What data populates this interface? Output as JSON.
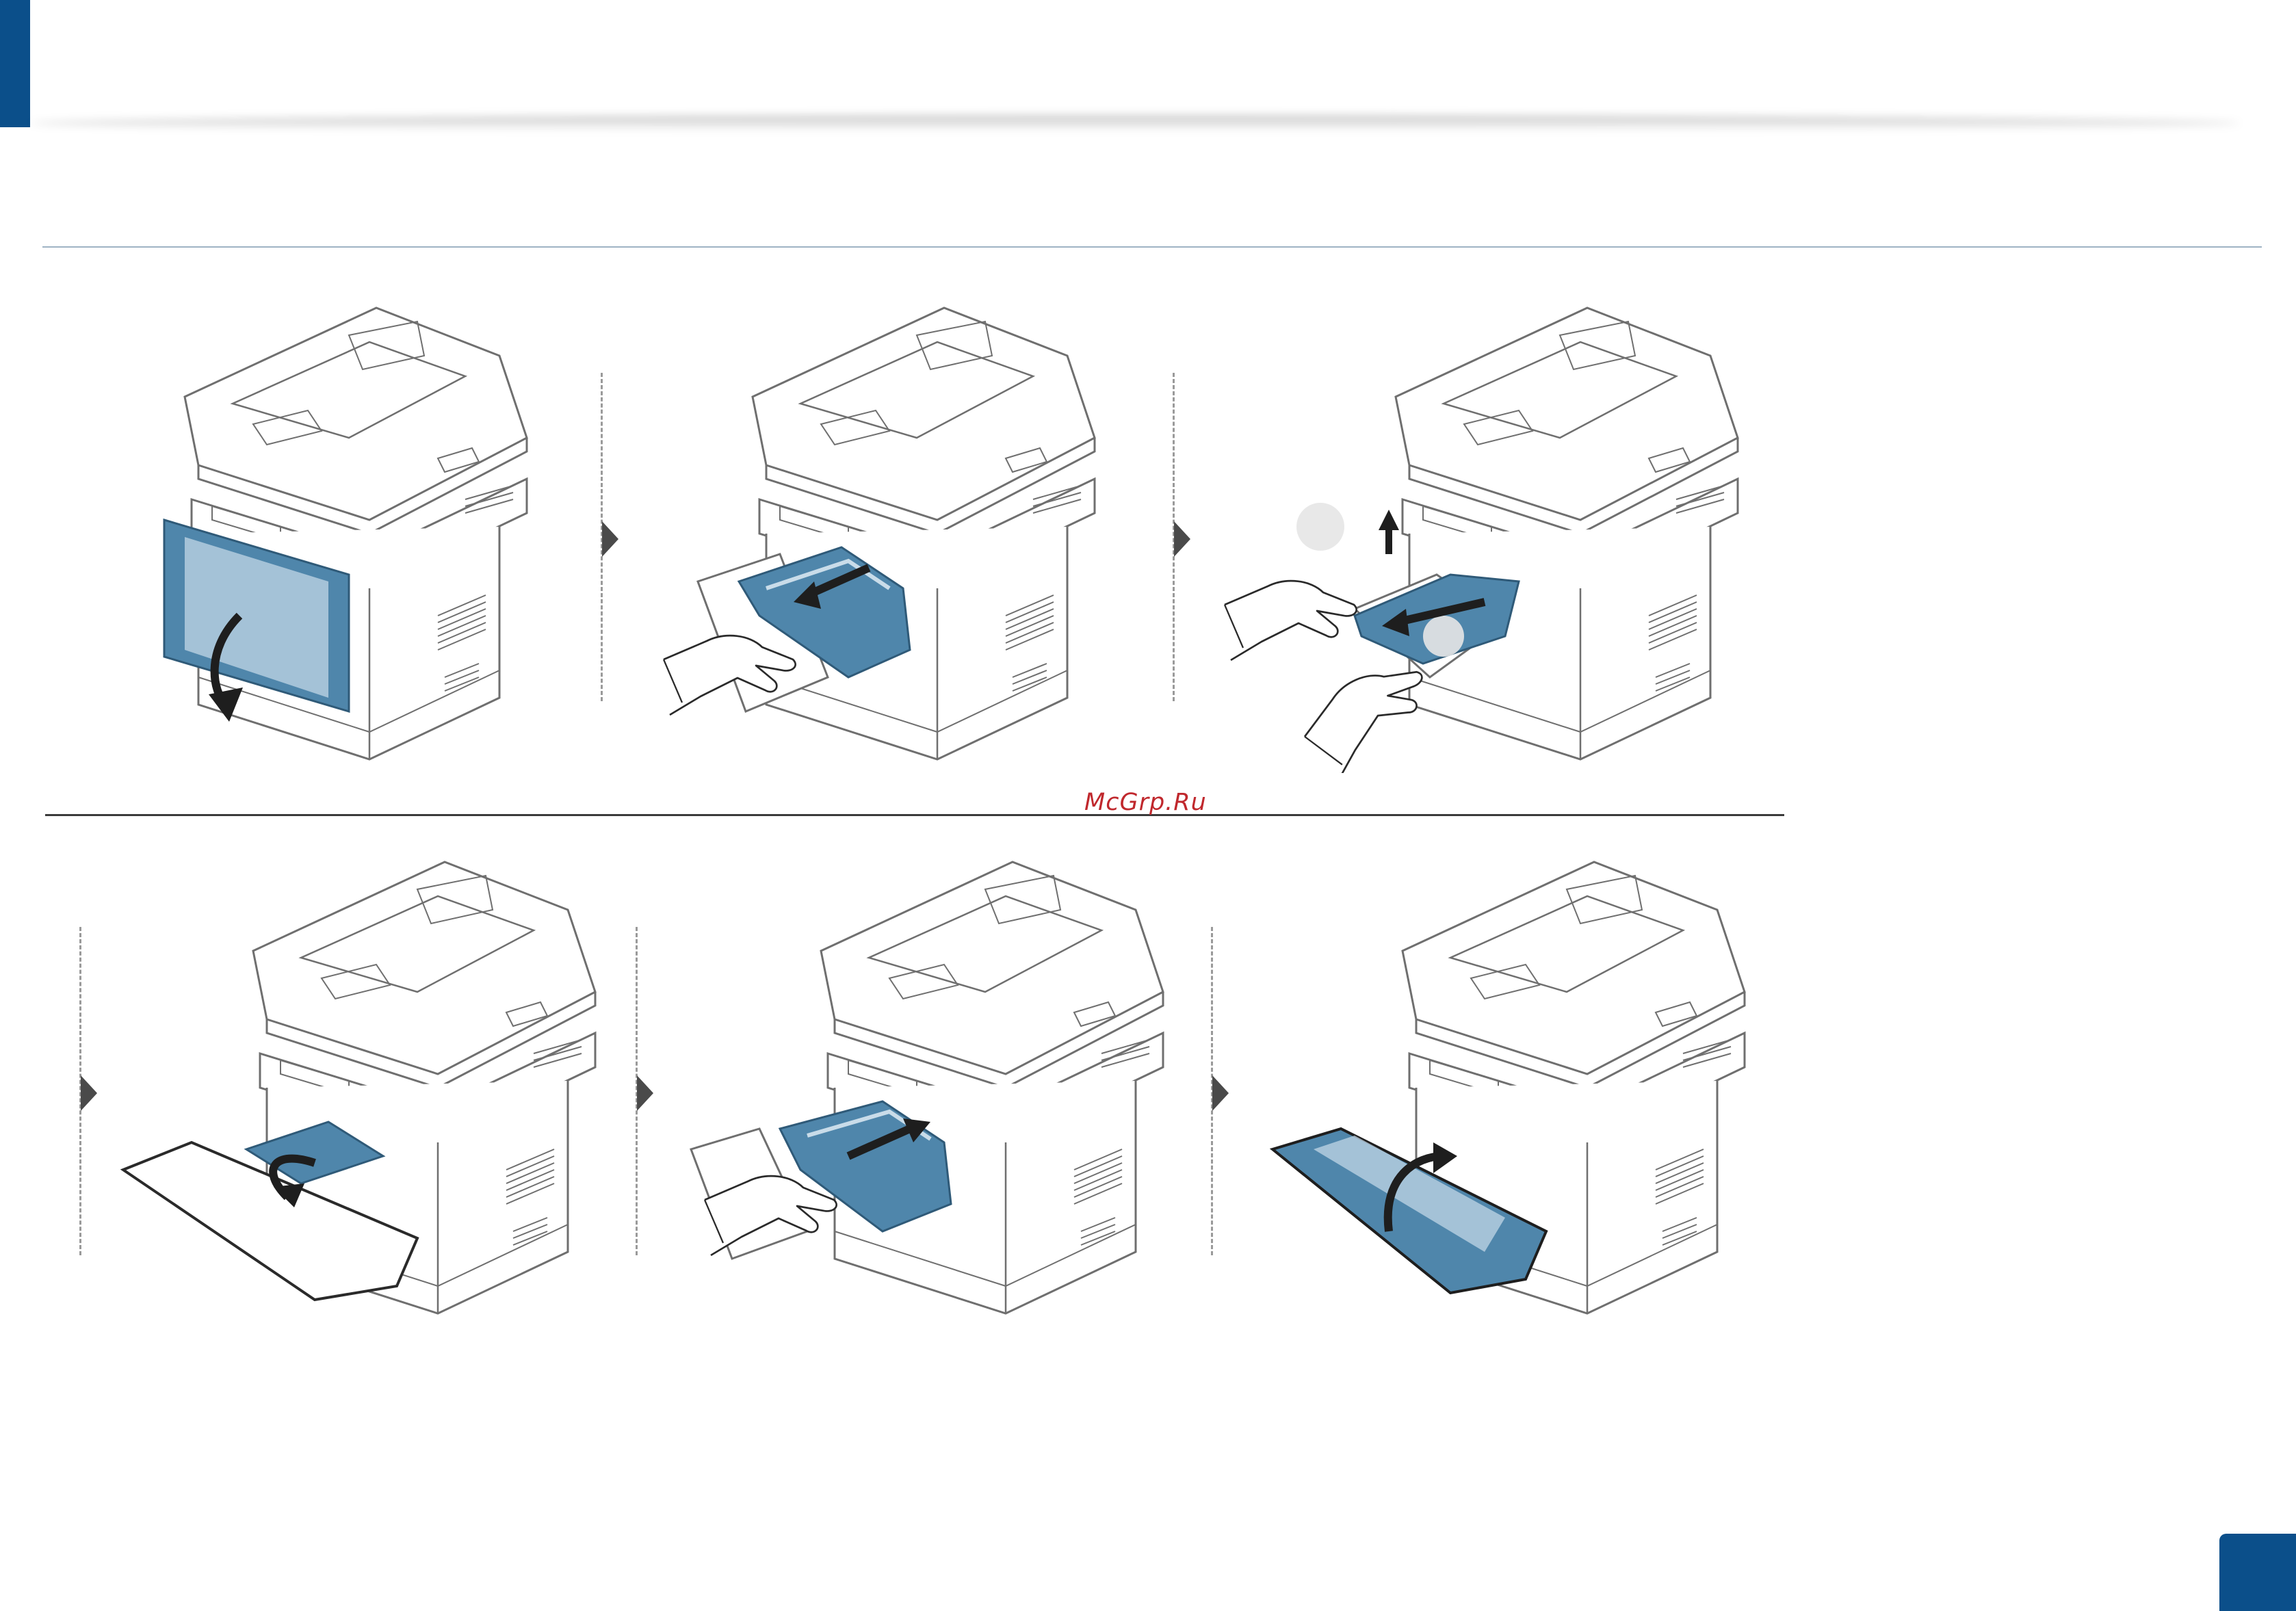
{
  "watermark": "McGrp.Ru",
  "colors": {
    "brand_blue": "#0b4f8a",
    "highlight_blue": "#4f86ab",
    "highlight_blue_light": "#c9dce9",
    "line_gray": "#6f6f6f",
    "arrow_dark": "#1e1e1e"
  },
  "steps": [
    {
      "row": 1,
      "highlight": "paper-tray",
      "arrow": "pull-out"
    },
    {
      "row": 1,
      "highlight": "toner-cartridge",
      "arrow": "remove"
    },
    {
      "row": 1,
      "highlight": "jammed-paper",
      "arrow": "pull-paper"
    },
    {
      "row": 2,
      "highlight": "cartridge-flap",
      "arrow": "close-flap"
    },
    {
      "row": 2,
      "highlight": "toner-cartridge",
      "arrow": "insert"
    },
    {
      "row": 2,
      "highlight": "front-cover",
      "arrow": "close-cover"
    }
  ]
}
